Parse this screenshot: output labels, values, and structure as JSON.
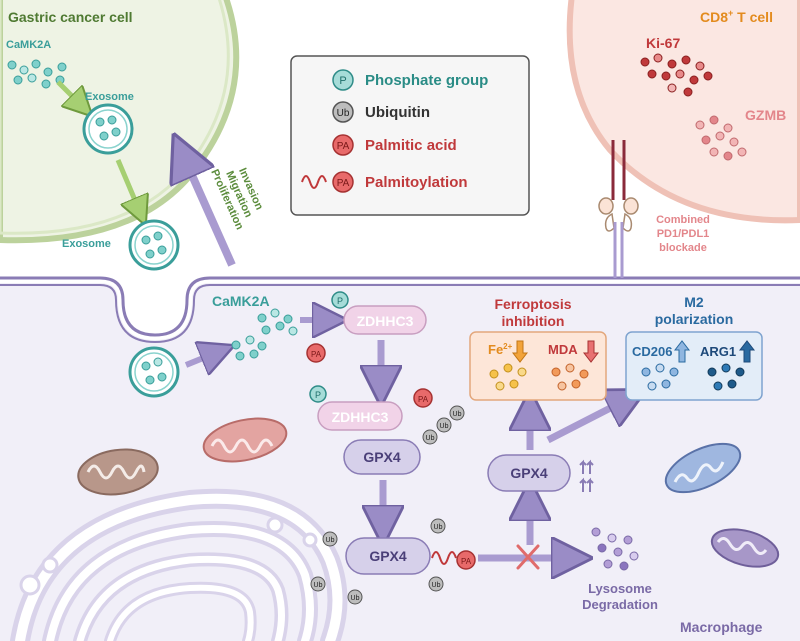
{
  "cells": {
    "gastric": "Gastric cancer cell",
    "tcell": "CD8",
    "tcell_sup": "+",
    "tcell_suffix": " T cell",
    "macrophage": "Macrophage"
  },
  "legend": {
    "phosphate": {
      "symbol": "P",
      "label": "Phosphate group"
    },
    "ubiquitin": {
      "symbol": "Ub",
      "label": "Ubiquitin"
    },
    "palmitic": {
      "symbol": "PA",
      "label": "Palmitic acid"
    },
    "palmitoylation": {
      "symbol": "PA",
      "label": "Palmitoylation"
    }
  },
  "labels": {
    "camk2a_top": "CaMK2A",
    "exosome_1": "Exosome",
    "exosome_2": "Exosome",
    "process_1": "Invasion",
    "process_2": "Migration",
    "process_3": "Proliferation",
    "ki67": "Ki-67",
    "gzmb": "GZMB",
    "blockade_1": "Combined",
    "blockade_2": "PD1/PDL1",
    "blockade_3": "blockade",
    "camk2a_mid": "CaMK2A",
    "zdhhc3_1": "ZDHHC3",
    "zdhhc3_2": "ZDHHC3",
    "gpx4_1": "GPX4",
    "gpx4_2": "GPX4",
    "gpx4_3": "GPX4",
    "ferro_1": "Ferroptosis",
    "ferro_2": "inhibition",
    "fe": "Fe",
    "fe_sup": "2+",
    "mda": "MDA",
    "m2_1": "M2",
    "m2_2": "polarization",
    "cd206": "CD206",
    "arg1": "ARG1",
    "lyso_1": "Lysosome",
    "lyso_2": "Degradation",
    "p": "P",
    "pa": "PA",
    "ub": "Ub"
  },
  "colors": {
    "gastric_fill": "#eef3e4",
    "gastric_stroke": "#bcd29c",
    "tcell_fill": "#fbe7e2",
    "tcell_stroke": "#efc1b6",
    "macro_fill": "#f1eff8",
    "membrane": "#8a7cb5",
    "teal": "#3a9e9a",
    "purple_arrow": "#a99bd0",
    "dark_purple_text": "#7a6aa6",
    "red_text": "#c0393b",
    "orange_text": "#e38b1e",
    "blue_text": "#2a6aa0",
    "green_text": "#5b8c3c"
  }
}
